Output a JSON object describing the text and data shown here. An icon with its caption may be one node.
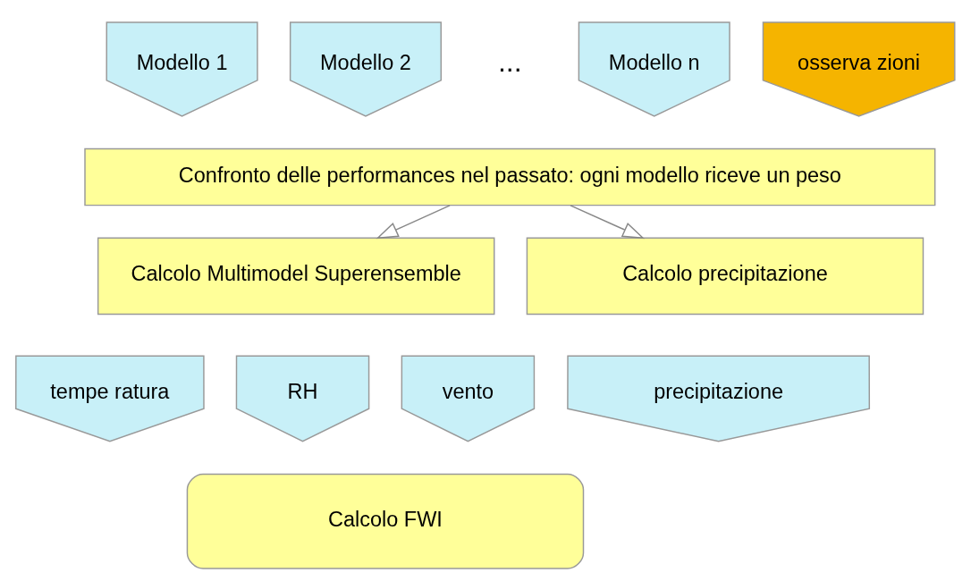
{
  "diagram": {
    "nodes": [
      {
        "text": [
          "Modello 1"
        ]
      },
      {
        "text": [
          "Modello 2"
        ]
      },
      {
        "text": [
          "Modello n"
        ]
      },
      {
        "text": [
          "osserva zioni"
        ]
      },
      {
        "text": [
          "Confronto delle performances nel passato: ogni modello riceve un peso"
        ]
      },
      {
        "text": [
          "Calcolo Multimodel Superensemble"
        ]
      },
      {
        "text": [
          "Calcolo precipitazione"
        ]
      },
      {
        "text": [
          "tempe ratura"
        ]
      },
      {
        "text": [
          "RH"
        ]
      },
      {
        "text": [
          "vento"
        ]
      },
      {
        "text": [
          "precipitazione"
        ]
      },
      {
        "text": [
          "Calcolo FWI"
        ]
      }
    ],
    "edges": [
      {
        "from": 4,
        "to": 5,
        "arrow": "to"
      },
      {
        "from": 4,
        "to": 6,
        "arrow": "to"
      }
    ],
    "labels": [
      "..."
    ]
  }
}
